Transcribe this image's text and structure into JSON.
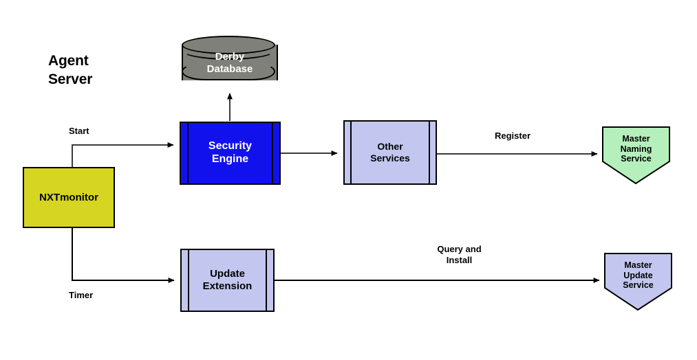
{
  "diagram": {
    "title": "Agent\nServer",
    "background": "#ffffff",
    "nodes": {
      "derby_database": {
        "label": "Derby\nDatabase",
        "shape": "cylinder",
        "fill": "#80807a",
        "text_color": "#ffffff"
      },
      "security_engine": {
        "label": "Security\nEngine",
        "shape": "component",
        "fill": "#1111ee",
        "text_color": "#ffffff"
      },
      "other_services": {
        "label": "Other\nServices",
        "shape": "component",
        "fill": "#c3c7ef",
        "text_color": "#000000"
      },
      "nxtmonitor": {
        "label": "NXTmonitor",
        "shape": "rectangle",
        "fill": "#d5d522",
        "text_color": "#000000"
      },
      "update_extension": {
        "label": "Update\nExtension",
        "shape": "component",
        "fill": "#c3c7ef",
        "text_color": "#000000"
      },
      "master_naming_service": {
        "label": "Master\nNaming\nService",
        "shape": "pentagon",
        "fill": "#b5f0bc",
        "text_color": "#000000"
      },
      "master_update_service": {
        "label": "Master\nUpdate\nService",
        "shape": "pentagon",
        "fill": "#c3c7ef",
        "text_color": "#000000"
      }
    },
    "edges": [
      {
        "id": "start",
        "label": "Start",
        "from": "nxtmonitor",
        "to": "security_engine"
      },
      {
        "id": "store",
        "label": "",
        "from": "security_engine",
        "to": "derby_database"
      },
      {
        "id": "to-other-services",
        "label": "",
        "from": "security_engine",
        "to": "other_services"
      },
      {
        "id": "register",
        "label": "Register",
        "from": "other_services",
        "to": "master_naming_service"
      },
      {
        "id": "timer",
        "label": "Timer",
        "from": "nxtmonitor",
        "to": "update_extension"
      },
      {
        "id": "query-install",
        "label": "Query and\nInstall",
        "from": "update_extension",
        "to": "master_update_service"
      }
    ]
  }
}
